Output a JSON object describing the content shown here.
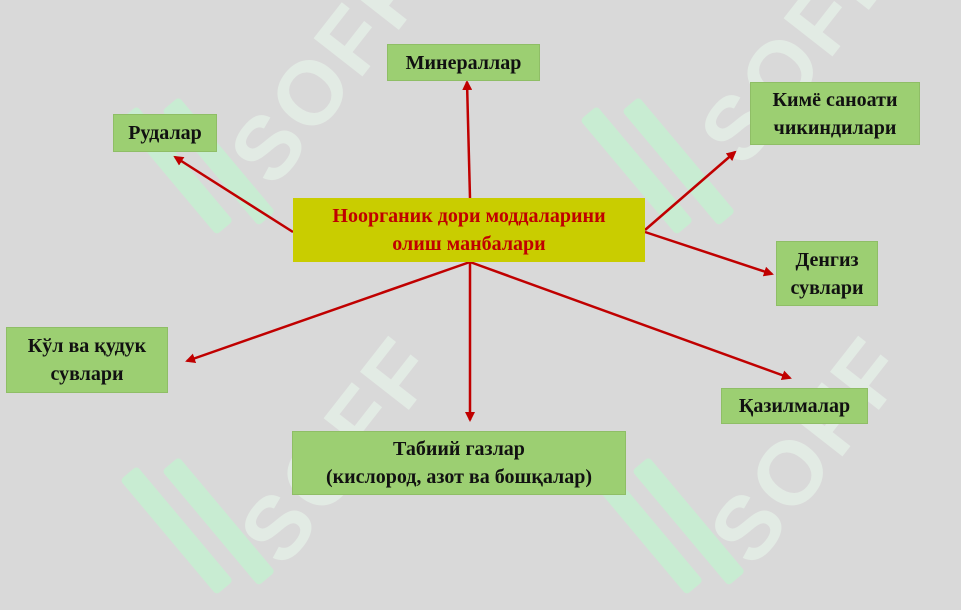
{
  "diagram": {
    "center": "Ноорганик дори моддаларини\nолиш манбалари",
    "nodes": [
      {
        "id": "minerals",
        "label": "Минераллар"
      },
      {
        "id": "ores",
        "label": "Рудалар"
      },
      {
        "id": "chemical-waste",
        "label": "Кимё саноати\nчикиндилари"
      },
      {
        "id": "sea-water",
        "label": "Денгиз\nсувлари"
      },
      {
        "id": "lake-well-water",
        "label": "Кўл ва қудук\nсувлари"
      },
      {
        "id": "fossils",
        "label": "Қазилмалар"
      },
      {
        "id": "natural-gases",
        "label": "Табиий газлар\n(кислород, азот ва бошқалар)"
      }
    ]
  },
  "watermark": {
    "text": "SOFF"
  },
  "colors": {
    "background": "#d9d9d9",
    "node_fill": "#9ccf72",
    "center_fill": "#c9cd00",
    "center_text": "#c00000",
    "arrow": "#c00000"
  }
}
